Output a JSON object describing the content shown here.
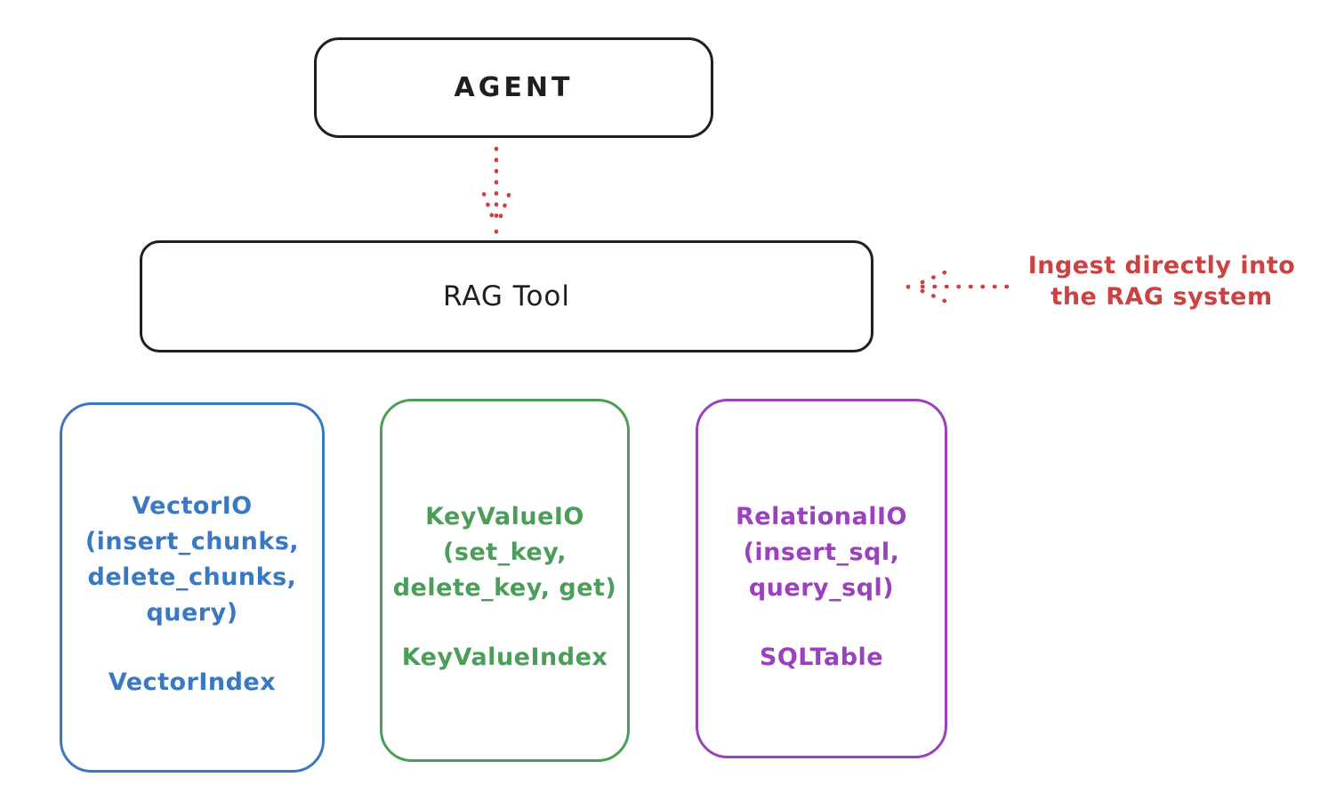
{
  "colors": {
    "ink": "#1f1f1f",
    "red": "#cc4141",
    "blue": "#3a78c2",
    "green": "#4b9e5a",
    "purple": "#9a41bd"
  },
  "agent": {
    "label": "AGENT"
  },
  "rag_tool": {
    "label": "RAG Tool"
  },
  "annotation": {
    "line1": "Ingest directly into",
    "line2": "the RAG system"
  },
  "backends": [
    {
      "name": "vector",
      "color": "#3a78c2",
      "lines": [
        "VectorIO",
        "(insert_chunks,",
        "delete_chunks,",
        "query)"
      ],
      "index_label": "VectorIndex"
    },
    {
      "name": "keyvalue",
      "color": "#4b9e5a",
      "lines": [
        "KeyValueIO",
        "(set_key,",
        "delete_key, get)"
      ],
      "index_label": "KeyValueIndex"
    },
    {
      "name": "relational",
      "color": "#9a41bd",
      "lines": [
        "RelationalIO",
        "(insert_sql,",
        "query_sql)"
      ],
      "index_label": "SQLTable"
    }
  ]
}
